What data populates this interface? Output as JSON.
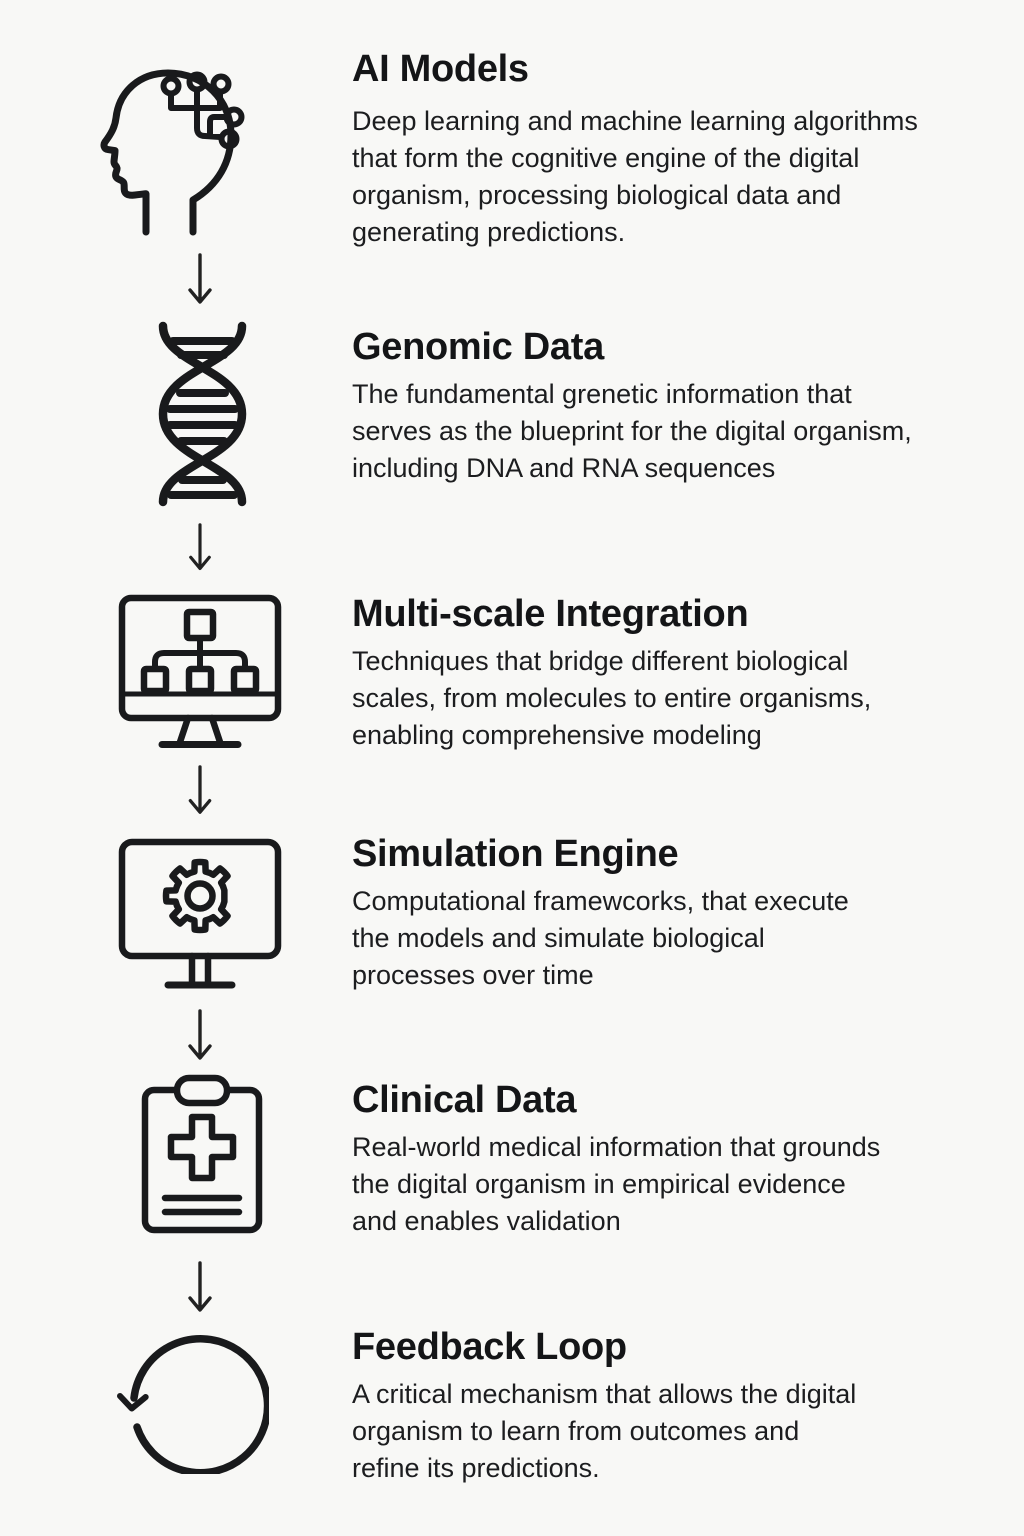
{
  "page": {
    "background": "#f8f8f6",
    "text_color": "#191a1c",
    "icon_stroke": "#1d1e20"
  },
  "steps": [
    {
      "title": "AI Models",
      "icon": "head-circuit-icon",
      "description_lines": [
        "Deep learning and machine learning algorithms",
        "that form the cognitive engine of the digital",
        "organism, processing biological data and",
        "generating predictions."
      ]
    },
    {
      "title": "Genomic Data",
      "icon": "dna-helix-icon",
      "description_lines": [
        "The fundamental grenetic information that",
        "serves as the blueprint for the digital organism,",
        "including DNA and RNA sequences"
      ]
    },
    {
      "title": "Multi-scale Integration",
      "icon": "monitor-hierarchy-icon",
      "description_lines": [
        "Techniques that bridge different biological",
        "scales, from molecules to entire organisms,",
        "enabling comprehensive modeling"
      ]
    },
    {
      "title": "Simulation Engine",
      "icon": "monitor-gear-icon",
      "description_lines": [
        "Computational framewcorks, that execute",
        "the models and simulate biological",
        "processes over time"
      ]
    },
    {
      "title": "Clinical Data",
      "icon": "clipboard-medical-icon",
      "description_lines": [
        "Real-world medical information that grounds",
        "the digital organism in empirical evidence",
        "and enables validation"
      ]
    },
    {
      "title": "Feedback Loop",
      "icon": "circular-arrow-icon",
      "description_lines": [
        "A critical mechanism that allows the digital",
        "organism to learn from outcomes and",
        "refine its predictions."
      ]
    }
  ]
}
